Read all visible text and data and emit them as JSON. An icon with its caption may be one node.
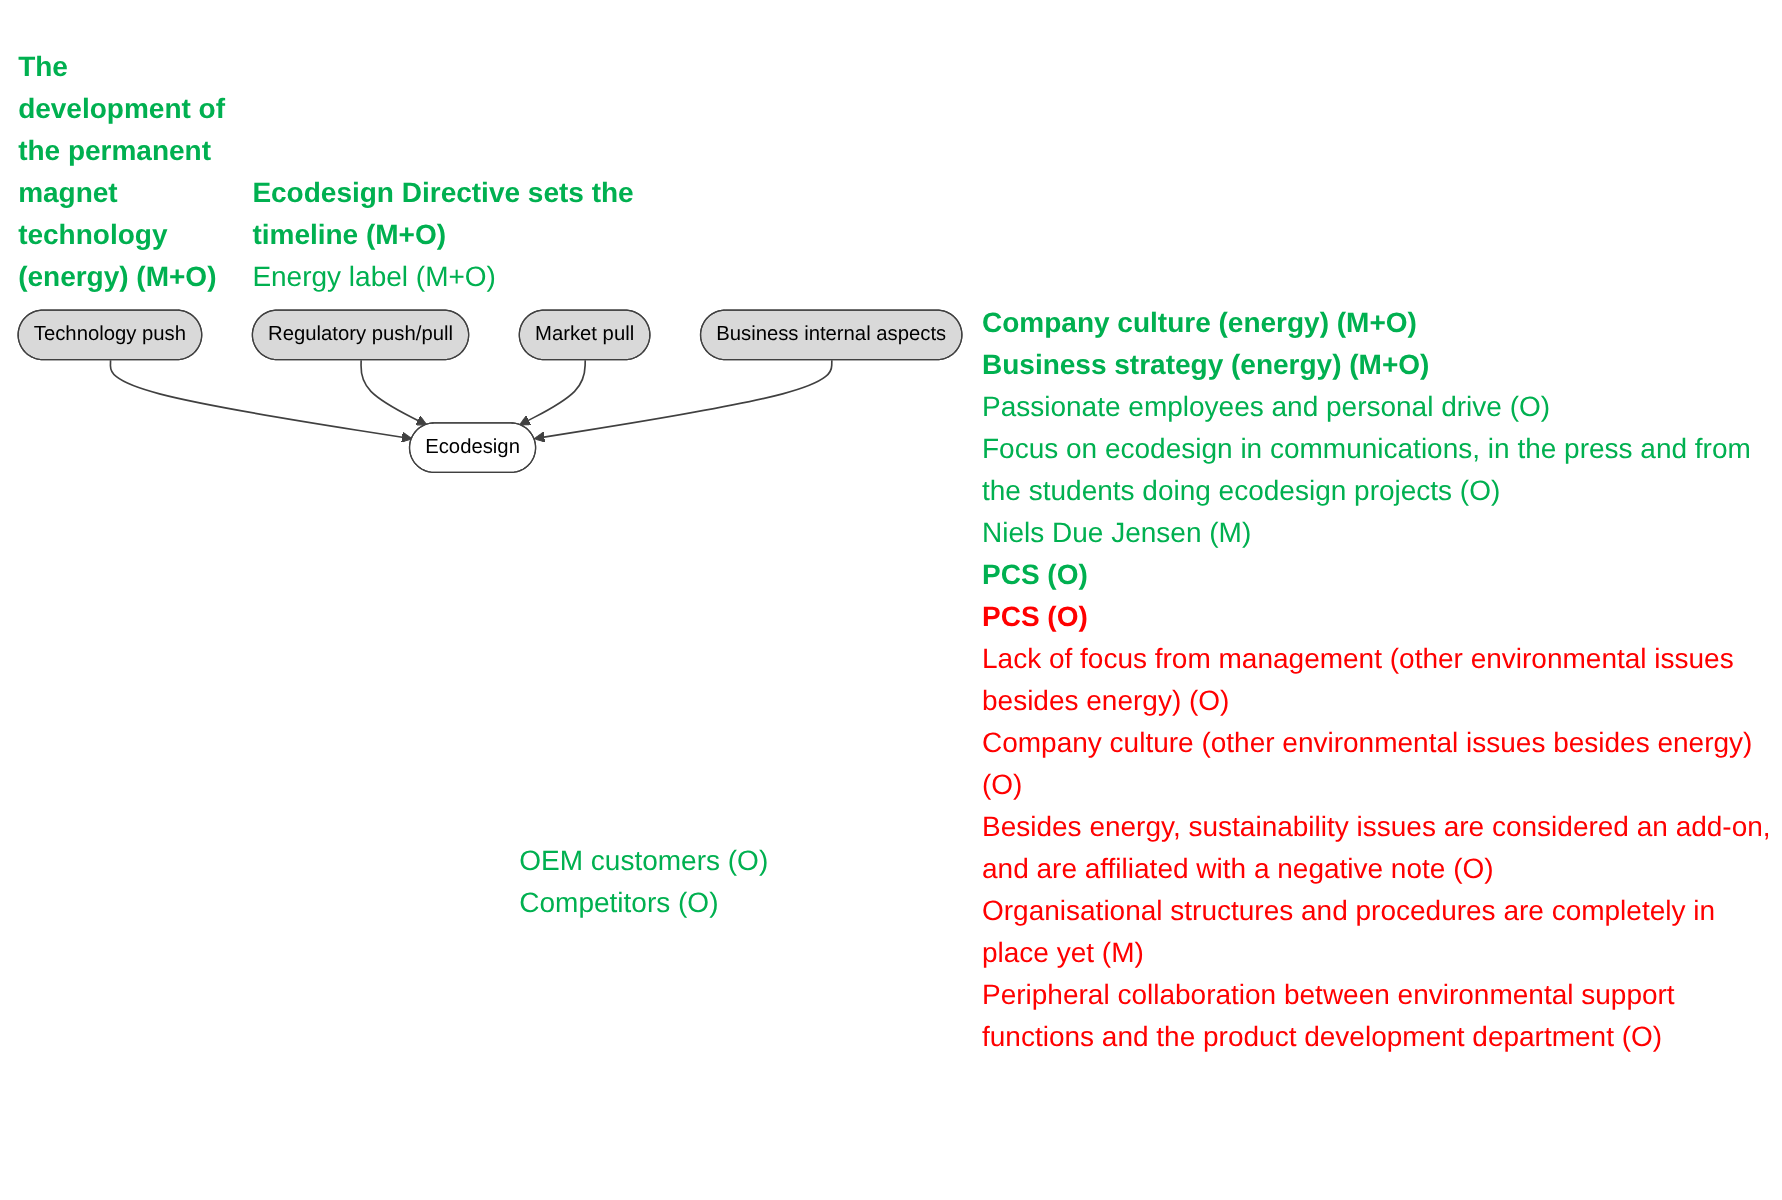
{
  "diagram": {
    "nodes": [
      {
        "text": [
          "Technology push"
        ],
        "beside": [
          "The development of the permanent magnet technology (energy) (M+O)"
        ]
      },
      {
        "text": [
          "Regulatory push/pull"
        ],
        "beside": [
          "Ecodesign Directive sets the timeline (M+O)",
          "Energy label (M+O)"
        ]
      },
      {
        "text": [
          "Ecodesign"
        ]
      },
      {
        "text": [
          "Market pull"
        ],
        "beside": [
          "OEM customers (O)",
          "Competitors (O)"
        ]
      },
      {
        "text": [
          "Business internal aspects"
        ],
        "beside": [
          "Company culture (energy) (M+O)",
          "Business strategy (energy) (M+O)",
          "Passionate employees and personal drive (O)",
          "Focus on ecodesign in communications, in the press and from the students doing ecodesign projects (O)",
          "Niels Due Jensen (M)",
          "PCS (O)",
          "PCS (O)",
          "Lack of focus from management (other environmental issues besides energy) (O)",
          "Company culture (other environmental issues besides energy) (O)",
          "Besides energy, sustainability issues are considered an add-on, and are affiliated with a negative note (O)",
          "Organisational structures and procedures are completely in place yet (M)",
          "Peripheral collaboration between environmental support functions and the product development department (O)"
        ]
      }
    ],
    "edges": [
      {
        "from": 0,
        "to": 2,
        "arrow": "to"
      },
      {
        "from": 1,
        "to": 2,
        "arrow": "to"
      },
      {
        "from": 3,
        "to": 2,
        "arrow": "to"
      },
      {
        "from": 4,
        "to": 2,
        "arrow": "to"
      }
    ]
  }
}
